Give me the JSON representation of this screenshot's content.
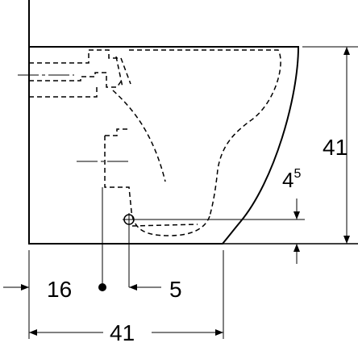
{
  "dimensions": {
    "height_total": "41",
    "height_outlet": "4",
    "height_outlet_sup": "5",
    "offset_left": "16",
    "offset_right": "5",
    "width_bottom": "41"
  },
  "colors": {
    "line": "#000000",
    "background": "#ffffff"
  }
}
